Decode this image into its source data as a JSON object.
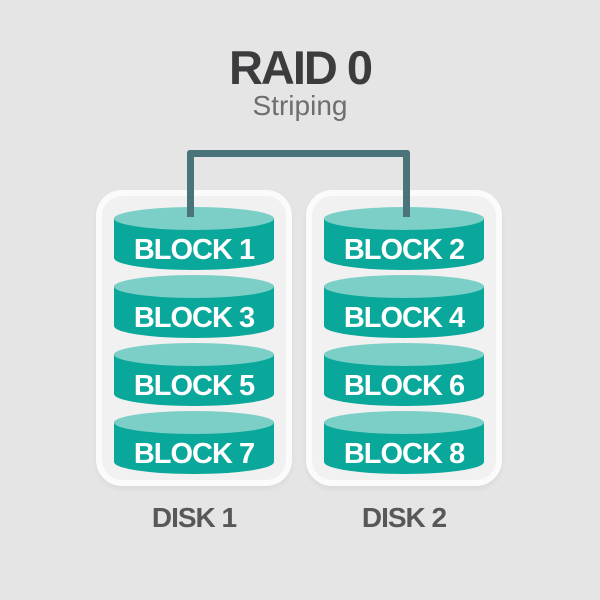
{
  "title": "RAID 0",
  "subtitle": "Striping",
  "disks": [
    {
      "label": "DISK 1",
      "blocks": [
        "BLOCK 1",
        "BLOCK 3",
        "BLOCK 5",
        "BLOCK 7"
      ]
    },
    {
      "label": "DISK 2",
      "blocks": [
        "BLOCK 2",
        "BLOCK 4",
        "BLOCK 6",
        "BLOCK 8"
      ]
    }
  ],
  "colors": {
    "background": "#e5e5e5",
    "container_fill": "#f1f1f1",
    "container_border": "#fbfbfb",
    "cylinder_top": "#7bcfc7",
    "cylinder_body": "#09a89b",
    "connector": "#4a737a",
    "title": "#3c3c3e",
    "subtitle": "#6e6e70",
    "disk_label": "#58585a",
    "block_text": "#ffffff"
  }
}
